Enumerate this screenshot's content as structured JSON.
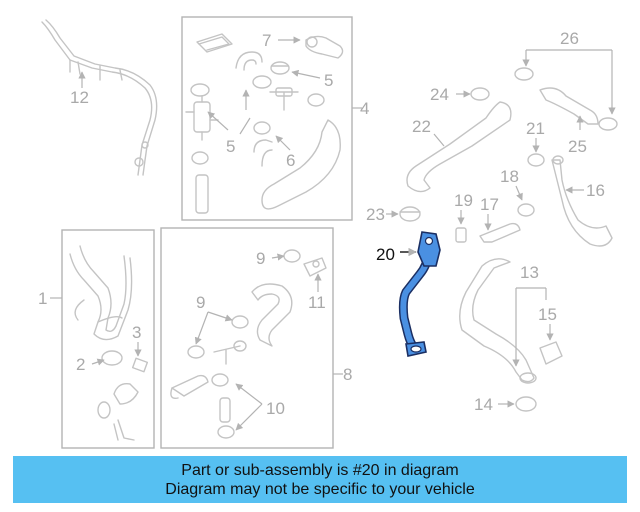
{
  "diagram": {
    "highlighted_part": "20",
    "highlight_color": "#4a90e2",
    "callouts": {
      "c1": "1",
      "c2": "2",
      "c3": "3",
      "c4": "4",
      "c5a": "5",
      "c5b": "5",
      "c6": "6",
      "c7": "7",
      "c8": "8",
      "c9a": "9",
      "c9b": "9",
      "c10": "10",
      "c11": "11",
      "c12": "12",
      "c13": "13",
      "c14": "14",
      "c15": "15",
      "c16": "16",
      "c17": "17",
      "c18": "18",
      "c19": "19",
      "c20": "20",
      "c21": "21",
      "c22": "22",
      "c23": "23",
      "c24": "24",
      "c25": "25",
      "c26": "26"
    }
  },
  "banner": {
    "background": "#56c0f2",
    "line1": "Part or sub-assembly is #20 in diagram",
    "line2": "Diagram may not be specific to your vehicle"
  }
}
